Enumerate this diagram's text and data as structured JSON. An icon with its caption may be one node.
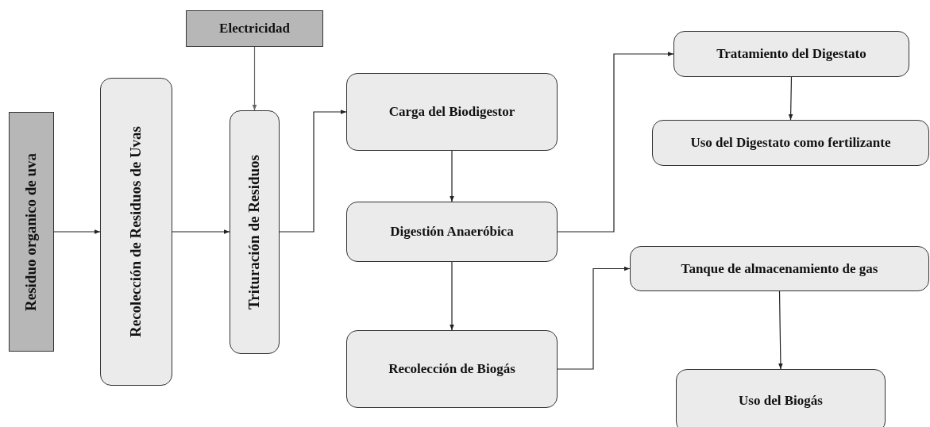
{
  "diagram": {
    "nodes": [
      {
        "text": [
          "Residuo organico de uva"
        ]
      },
      {
        "text": [
          "Recolección de Residuos de Uvas"
        ]
      },
      {
        "text": [
          "Electricidad"
        ]
      },
      {
        "text": [
          "Trituración de Residuos"
        ]
      },
      {
        "text": [
          "Carga del Biodigestor"
        ]
      },
      {
        "text": [
          "Digestión Anaeróbica"
        ]
      },
      {
        "text": [
          "Recolección de Biogás"
        ]
      },
      {
        "text": [
          "Tratamiento del Digestato"
        ]
      },
      {
        "text": [
          "Uso del Digestato como fertilizante"
        ]
      },
      {
        "text": [
          "Tanque de almacenamiento de gas"
        ]
      },
      {
        "text": [
          "Uso del Biogás"
        ]
      }
    ],
    "edges": [
      {
        "from": 0,
        "to": 1,
        "arrow": "to"
      },
      {
        "from": 1,
        "to": 3,
        "arrow": "to"
      },
      {
        "from": 2,
        "to": 3,
        "arrow": "to",
        "color": "#666666"
      },
      {
        "from": 3,
        "to": 4,
        "arrow": "to"
      },
      {
        "from": 4,
        "to": 5,
        "arrow": "to"
      },
      {
        "from": 5,
        "to": 7,
        "arrow": "to"
      },
      {
        "from": 7,
        "to": 8,
        "arrow": "to"
      },
      {
        "from": 5,
        "to": 6,
        "arrow": "to"
      },
      {
        "from": 6,
        "to": 9,
        "arrow": "to"
      },
      {
        "from": 9,
        "to": 10,
        "arrow": "to"
      }
    ]
  }
}
